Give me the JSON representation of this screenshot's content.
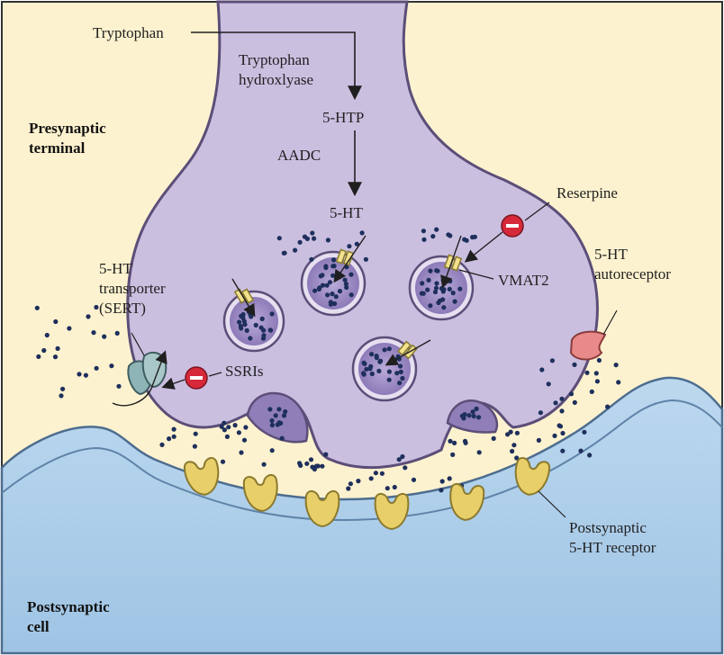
{
  "colors": {
    "background_cream": "#fdf2cf",
    "neuron_purple": "#cbbfe0",
    "neuron_outline": "#5b4e78",
    "postsynaptic_blue": "#a9cbe7",
    "vesicle_fill": "#a897c9",
    "molecule_dot": "#1e2f5c",
    "receptor_yellow": "#e9cf6a",
    "autoreceptor_red": "#e98a8a",
    "transporter_teal": "#8fb4b6",
    "inhibitor_red": "#d6293a",
    "frame_border": "#333333"
  },
  "regions": {
    "presynaptic": "Presynaptic",
    "terminal": "terminal",
    "postsynaptic": "Postsynaptic",
    "cell": "cell"
  },
  "pathway": {
    "precursor": "Tryptophan",
    "enzyme1_line1": "Tryptophan",
    "enzyme1_line2": "hydroxlyase",
    "intermediate": "5-HTP",
    "enzyme2": "AADC",
    "product": "5-HT"
  },
  "labels": {
    "reserpine": "Reserpine",
    "vmat2": "VMAT2",
    "autoreceptor_line1": "5-HT",
    "autoreceptor_line2": "autoreceptor",
    "sert_line1": "5-HT",
    "sert_line2": "transporter",
    "sert_line3": "(SERT)",
    "ssris": "SSRIs",
    "post_receptor_line1": "Postsynaptic",
    "post_receptor_line2": "5-HT receptor"
  },
  "icons": {
    "inhibitor": "minus-circle-icon",
    "vesicle": "vesicle-icon",
    "receptor": "receptor-icon"
  }
}
